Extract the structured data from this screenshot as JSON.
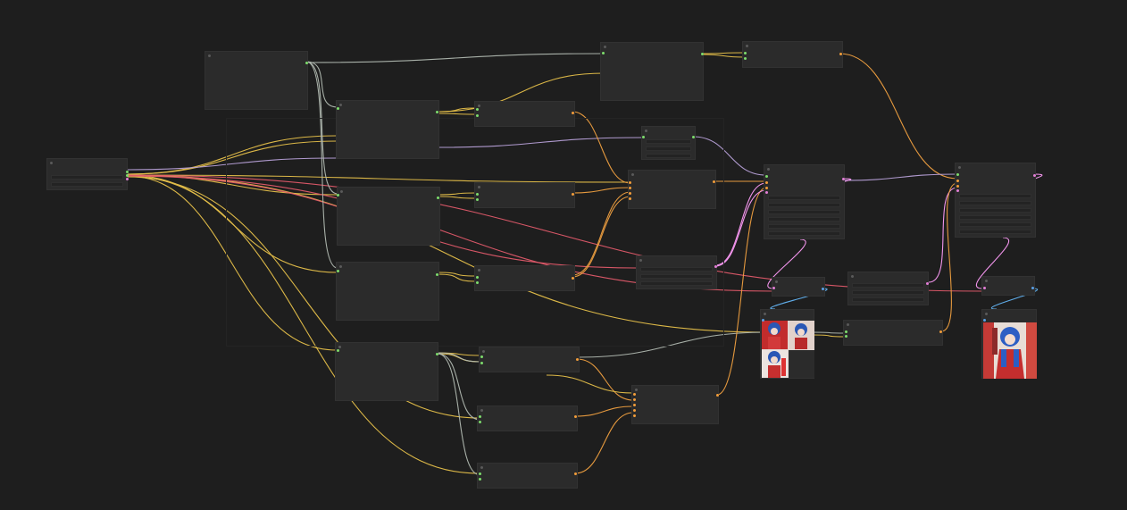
{
  "app": {
    "title": "",
    "canvas_background": "#1e1e1e"
  },
  "link_colors": {
    "model": "#e6c04a",
    "clip": "#f0a040",
    "vae": "#e05a6a",
    "conditioning": "#f0a040",
    "latent": "#ff9cf9",
    "image": "#64b5f6",
    "gray": "#b0b8b0",
    "purple": "#b7a0d8"
  },
  "port_colors": {
    "green": "#7ddc6c",
    "orange": "#f29d3a",
    "pink": "#e27ed6",
    "blue": "#5aa0e6"
  },
  "nodes": [
    {
      "id": "n_loader",
      "name": "checkpoint-loader-node",
      "icon": "node-icon"
    },
    {
      "id": "n_a",
      "name": "lora-node-1",
      "icon": "node-icon"
    },
    {
      "id": "n_b",
      "name": "clip-text-node-1",
      "icon": "node-icon"
    },
    {
      "id": "n_c",
      "name": "clip-text-node-2",
      "icon": "node-icon"
    },
    {
      "id": "n_d",
      "name": "clip-text-node-3",
      "icon": "node-icon"
    },
    {
      "id": "n_e",
      "name": "clip-text-node-4",
      "icon": "node-icon"
    },
    {
      "id": "n_f",
      "name": "top-node",
      "icon": "node-icon"
    },
    {
      "id": "n_g",
      "name": "top-right-node",
      "icon": "node-icon"
    },
    {
      "id": "n_h",
      "name": "small-widget-node",
      "icon": "node-icon"
    },
    {
      "id": "n_i",
      "name": "combine-node-1",
      "icon": "node-icon"
    },
    {
      "id": "n_j",
      "name": "latent-node",
      "icon": "node-icon"
    },
    {
      "id": "n_k",
      "name": "ksampler-node-1",
      "icon": "node-icon"
    },
    {
      "id": "n_l",
      "name": "decode-node-1",
      "icon": "node-icon"
    },
    {
      "id": "n_m",
      "name": "ksampler-node-2",
      "icon": "node-icon"
    },
    {
      "id": "n_n",
      "name": "decode-node-2",
      "icon": "node-icon"
    }
  ],
  "images": [
    {
      "name": "preview-image-grid",
      "caption": "preview-grid"
    },
    {
      "name": "preview-image-final",
      "caption": "preview-final"
    }
  ]
}
